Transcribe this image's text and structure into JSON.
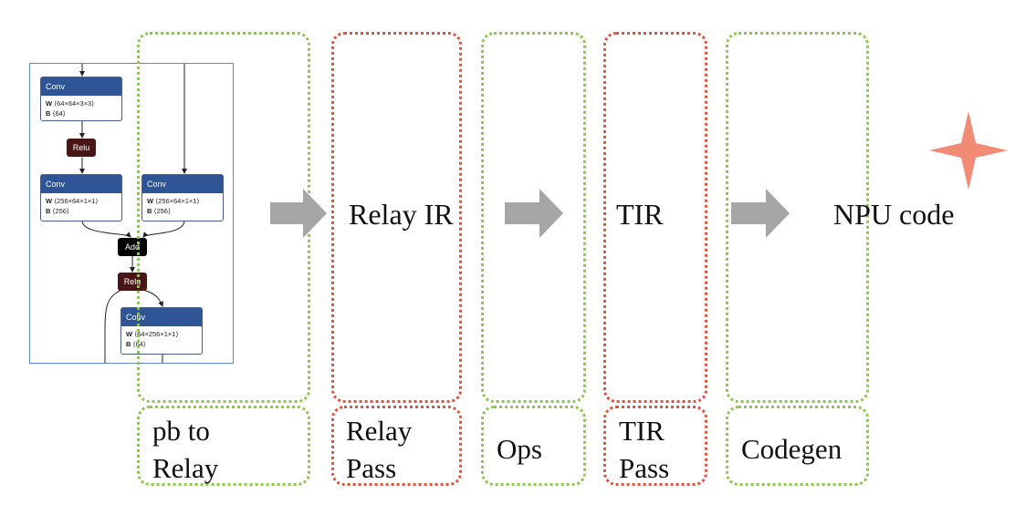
{
  "graph": {
    "conv1": {
      "title": "Conv",
      "w_key": "W",
      "w_val": "⟨64×64×3×3⟩",
      "b_key": "B",
      "b_val": "⟨64⟩"
    },
    "relu1": "Relu",
    "conv2": {
      "title": "Conv",
      "w_key": "W",
      "w_val": "⟨256×64×1×1⟩",
      "b_key": "B",
      "b_val": "⟨256⟩"
    },
    "conv3": {
      "title": "Conv",
      "w_key": "W",
      "w_val": "⟨256×64×1×1⟩",
      "b_key": "B",
      "b_val": "⟨256⟩"
    },
    "add": "Add",
    "relu2": "Relu",
    "conv4": {
      "title": "Conv",
      "w_key": "W",
      "w_val": "⟨64×256×1×1⟩",
      "b_key": "B",
      "b_val": "⟨64⟩"
    }
  },
  "stages": {
    "relay_ir": "Relay IR",
    "tir": "TIR",
    "npu_code": "NPU code"
  },
  "labels": {
    "pb_to_relay_1": "pb to",
    "pb_to_relay_2": "Relay",
    "relay_pass_1": "Relay",
    "relay_pass_2": "Pass",
    "ops": "Ops",
    "tir_pass_1": "TIR",
    "tir_pass_2": "Pass",
    "codegen": "Codegen"
  },
  "colors": {
    "green_border": "#8cc84b",
    "red_border": "#e8503a",
    "arrow": "#a6a6a6",
    "star": "#f28b76",
    "node_header": "#2f5596"
  },
  "icons": {
    "star": "four-point-star-icon",
    "arrow": "right-arrow-icon"
  }
}
